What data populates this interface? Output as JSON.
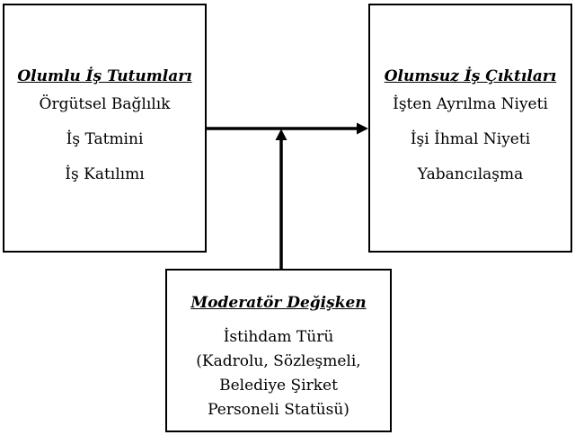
{
  "left_box": {
    "title": "Olumlu  İş Tutumları",
    "items": [
      "Örgütsel Bağlılık",
      "İş Tatmini",
      "İş Katılımı"
    ]
  },
  "right_box": {
    "title": "Olumsuz  İş Çıktıları",
    "items": [
      "İşten Ayrılma Niyeti",
      "İşi İhmal Niyeti",
      "Yabancılaşma"
    ]
  },
  "bottom_box": {
    "title": "Moderatör Değişken",
    "lines": [
      "İstihdam Türü",
      "(Kadrolu, Sözleşmeli,",
      "Belediye Şirket",
      "Personeli Statüsü)"
    ]
  }
}
